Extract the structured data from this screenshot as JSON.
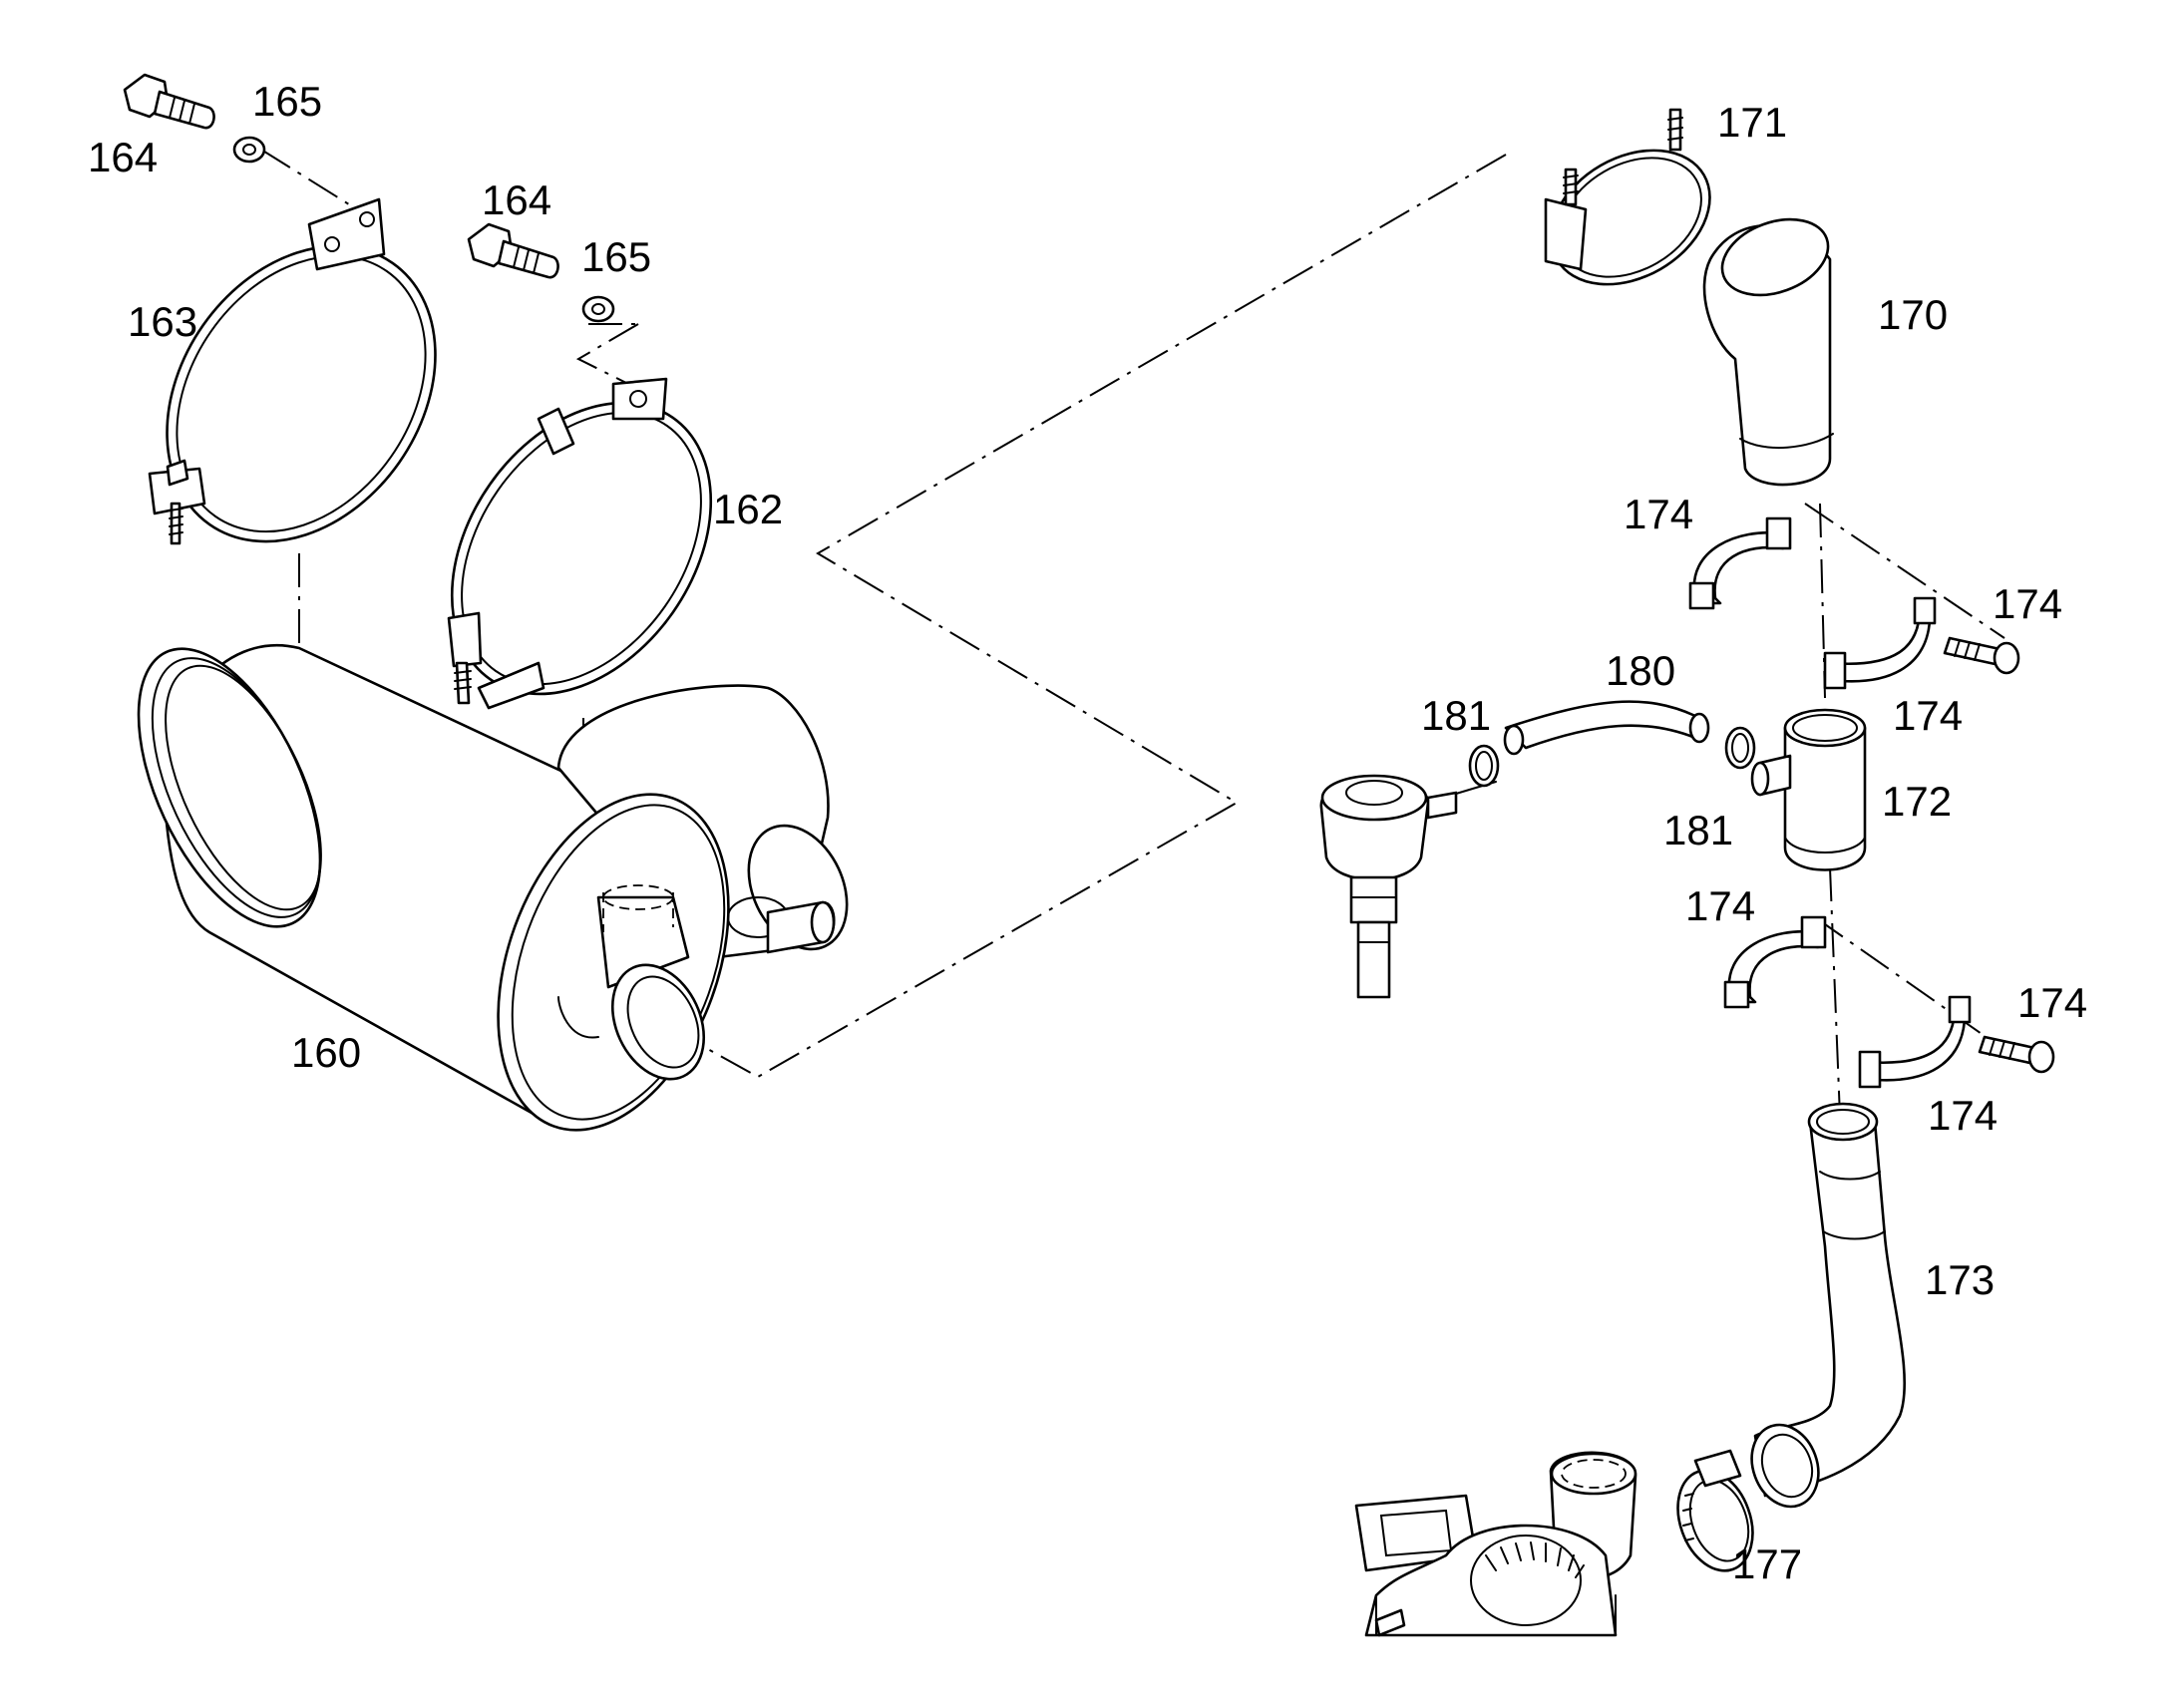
{
  "diagram": {
    "callouts": [
      {
        "id": "lbl-164a",
        "text": "164"
      },
      {
        "id": "lbl-165a",
        "text": "165"
      },
      {
        "id": "lbl-163",
        "text": "163"
      },
      {
        "id": "lbl-164b",
        "text": "164"
      },
      {
        "id": "lbl-165b",
        "text": "165"
      },
      {
        "id": "lbl-162",
        "text": "162"
      },
      {
        "id": "lbl-160",
        "text": "160"
      },
      {
        "id": "lbl-171",
        "text": "171"
      },
      {
        "id": "lbl-170",
        "text": "170"
      },
      {
        "id": "lbl-174a",
        "text": "174"
      },
      {
        "id": "lbl-174b",
        "text": "174"
      },
      {
        "id": "lbl-174c",
        "text": "174"
      },
      {
        "id": "lbl-180",
        "text": "180"
      },
      {
        "id": "lbl-181a",
        "text": "181"
      },
      {
        "id": "lbl-181b",
        "text": "181"
      },
      {
        "id": "lbl-172",
        "text": "172"
      },
      {
        "id": "lbl-174d",
        "text": "174"
      },
      {
        "id": "lbl-174e",
        "text": "174"
      },
      {
        "id": "lbl-174f",
        "text": "174"
      },
      {
        "id": "lbl-173",
        "text": "173"
      },
      {
        "id": "lbl-177",
        "text": "177"
      }
    ]
  }
}
